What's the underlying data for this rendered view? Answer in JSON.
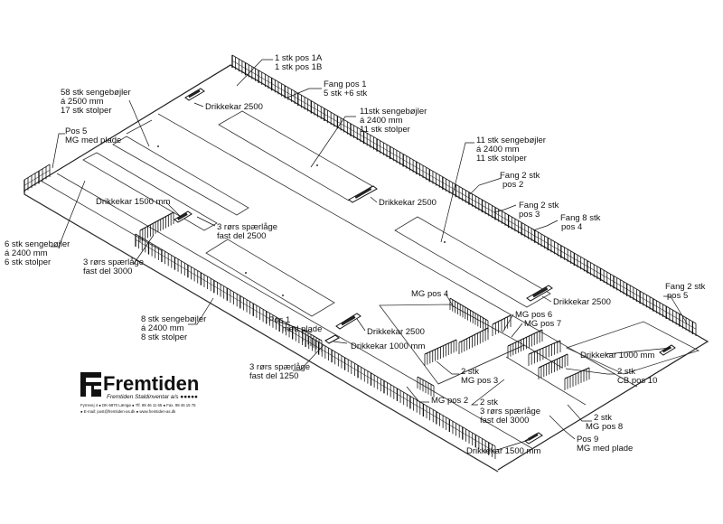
{
  "logo": {
    "name": "Fremtiden",
    "tagline": "Fremtiden Staldinventar a/s ●●●●●",
    "address1": "Fyrrevej 4  ●  DK-6870 Længø  ●  Tlf. 98 46 11 65  ●  Fax. 98 46 15 75",
    "address2": "●  E-mail: post@fremtiden-as.dk  ●  www.fremtiden-as.dk"
  },
  "labels": {
    "pos1a": [
      "1 stk pos 1A",
      "1 stk pos 1B"
    ],
    "fang_pos1": [
      "Fang pos 1",
      "5 stk +6 stk"
    ],
    "sengebojler58": [
      "58 stk sengebøjler",
      "á 2500 mm",
      "17 stk stolper"
    ],
    "drikkekar_top": [
      "Drikkekar 2500"
    ],
    "sengebojler11a": [
      "11stk sengebøjler",
      "á 2400 mm",
      "11 stk stolper"
    ],
    "pos5": [
      "Pos 5",
      "MG med plade"
    ],
    "sengebojler11b": [
      "11 stk sengebøjler",
      "á 2400 mm",
      "11 stk stolper"
    ],
    "fang2_pos2": [
      "Fang 2 stk",
      "pos 2"
    ],
    "drikkekar_mid": [
      "Drikkekar 2500"
    ],
    "fang2_pos3": [
      "Fang 2 stk",
      "pos 3"
    ],
    "drikkekar1500": [
      "Drikkekar 1500 mm"
    ],
    "fang8_pos4": [
      "Fang 8 stk",
      "pos 4"
    ],
    "sparlage2500": [
      "3 rørs spærlåge",
      "fast del 2500"
    ],
    "sengebojler6": [
      "6 stk sengebøjler",
      "á 2400 mm",
      "6 stk stolper"
    ],
    "sparlage3000": [
      "3 rørs spærlåge",
      "fast del 3000"
    ],
    "drikkekar_right": [
      "Drikkekar 2500"
    ],
    "fang2_pos5": [
      "Fang 2 stk",
      "pos 5"
    ],
    "mg_pos4": [
      "MG pos 4"
    ],
    "mg_pos6": [
      "MG pos 6"
    ],
    "mg_pos7": [
      "MG pos 7"
    ],
    "sengebojler8": [
      "8 stk sengebøjler",
      "á 2400 mm",
      "8 stk stolper"
    ],
    "pos1_plade": [
      "Pos 1",
      "med plade"
    ],
    "drikkekar_low": [
      "Drikkekar 2500"
    ],
    "drikkekar1000a": [
      "Drikkekar 1000 mm"
    ],
    "drikkekar1000b": [
      "Drikkekar 1000 mm"
    ],
    "sparlage1250": [
      "3 rørs spærlåge",
      "fast del 1250"
    ],
    "mg_pos3": [
      "2 stk",
      "MG pos 3"
    ],
    "cb_pos10": [
      "2 stk",
      "CB pos 10"
    ],
    "mg_pos2": [
      "MG pos 2"
    ],
    "sparlage3000b": [
      "2 stk",
      "3 rørs spærlåge",
      "fast del 3000"
    ],
    "mg_pos8": [
      "2 stk",
      "MG pos 8"
    ],
    "pos9": [
      "Pos 9",
      "MG med plade"
    ],
    "drikkekar1500b": [
      "Drikkekar 1500 mm"
    ]
  }
}
